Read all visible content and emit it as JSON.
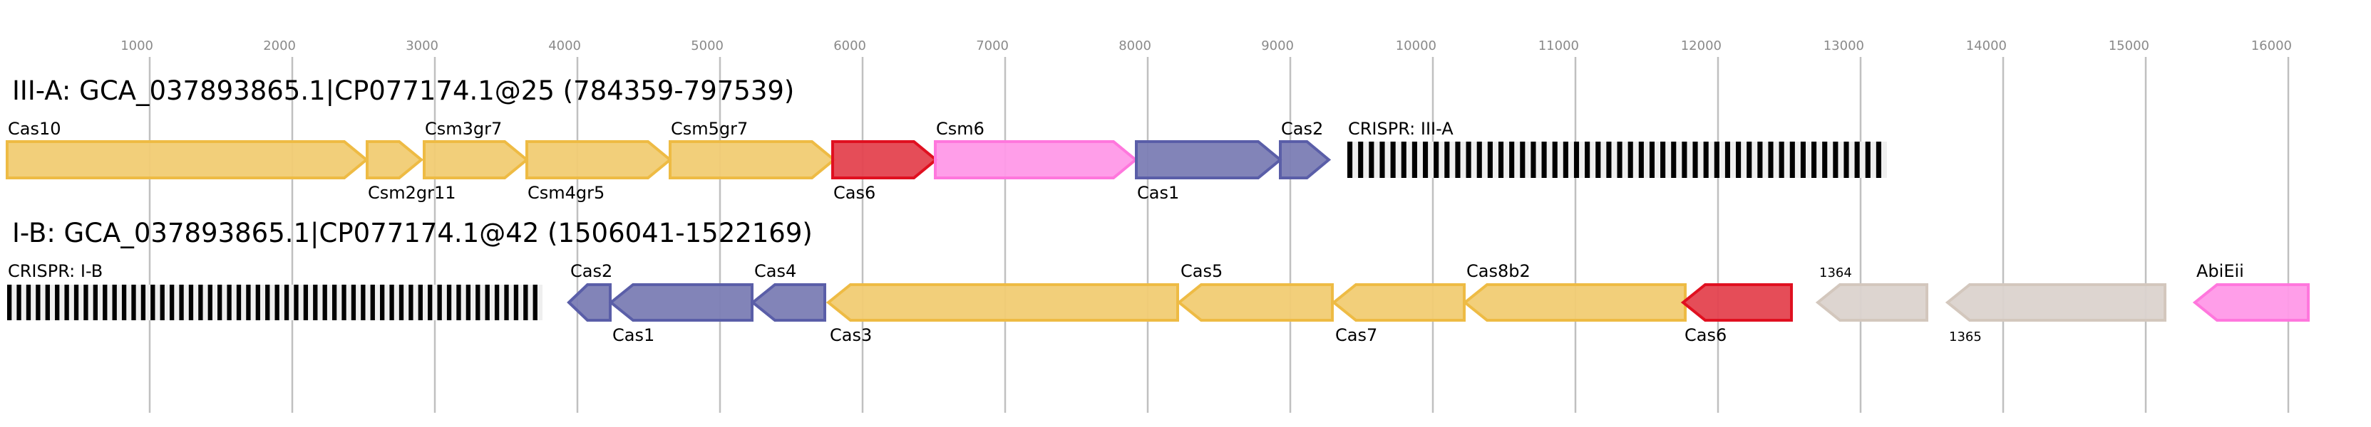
{
  "axis": {
    "unit": "bp",
    "range": [
      0,
      16500
    ],
    "ticks": [
      1000,
      2000,
      3000,
      4000,
      5000,
      6000,
      7000,
      8000,
      9000,
      10000,
      11000,
      12000,
      13000,
      14000,
      15000,
      16000
    ],
    "tick_labels": [
      "1000",
      "2000",
      "3000",
      "4000",
      "5000",
      "6000",
      "7000",
      "8000",
      "9000",
      "10000",
      "11000",
      "12000",
      "13000",
      "14000",
      "15000",
      "16000"
    ],
    "grid": true
  },
  "colors": {
    "csm_cas_effector": {
      "fill": "#f1cc73",
      "stroke": "#eebb44"
    },
    "cas6": {
      "fill": "#e4434f",
      "stroke": "#e01020"
    },
    "accessory_pink": {
      "fill": "#ff99e8",
      "stroke": "#ff77dd"
    },
    "adaptation": {
      "fill": "#7b7db4",
      "stroke": "#5a5ea8"
    },
    "unknown": {
      "fill": "#dbd3cd",
      "stroke": "#d3c7bd"
    },
    "crispr_bar": "#000000",
    "crispr_gap": "#efefef"
  },
  "loci": [
    {
      "title": "III-A: GCA_037893865.1|CP077174.1@25 (784359-797539)",
      "features": [
        {
          "label": "Cas10",
          "start": 0,
          "end": 2520,
          "strand": "+",
          "color": "csm_cas_effector",
          "label_pos": "above"
        },
        {
          "label": "Csm2gr11",
          "start": 2525,
          "end": 2905,
          "strand": "+",
          "color": "csm_cas_effector",
          "label_pos": "below"
        },
        {
          "label": "Csm3gr7",
          "start": 2925,
          "end": 3645,
          "strand": "+",
          "color": "csm_cas_effector",
          "label_pos": "above"
        },
        {
          "label": "Csm4gr5",
          "start": 3645,
          "end": 4650,
          "strand": "+",
          "color": "csm_cas_effector",
          "label_pos": "below"
        },
        {
          "label": "Csm5gr7",
          "start": 4650,
          "end": 5800,
          "strand": "+",
          "color": "csm_cas_effector",
          "label_pos": "above"
        },
        {
          "label": "Cas6",
          "start": 5790,
          "end": 6515,
          "strand": "+",
          "color": "cas6",
          "label_pos": "below"
        },
        {
          "label": "Csm6",
          "start": 6510,
          "end": 7915,
          "strand": "+",
          "color": "accessory_pink",
          "label_pos": "above"
        },
        {
          "label": "Cas1",
          "start": 7920,
          "end": 8930,
          "strand": "+",
          "color": "adaptation",
          "label_pos": "below"
        },
        {
          "label": "Cas2",
          "start": 8930,
          "end": 9270,
          "strand": "+",
          "color": "adaptation",
          "label_pos": "above"
        },
        {
          "label": "CRISPR: III-A",
          "start": 9400,
          "end": 13185,
          "type": "crispr",
          "repeats": 50,
          "label_pos": "above"
        }
      ]
    },
    {
      "title": "I-B: GCA_037893865.1|CP077174.1@42 (1506041-1522169)",
      "features": [
        {
          "label": "CRISPR: I-B",
          "start": 0,
          "end": 3755,
          "type": "crispr",
          "repeats": 56,
          "label_pos": "above"
        },
        {
          "label": "Cas2",
          "start": 3940,
          "end": 4230,
          "strand": "-",
          "color": "adaptation",
          "label_pos": "above"
        },
        {
          "label": "Cas1",
          "start": 4235,
          "end": 5225,
          "strand": "-",
          "color": "adaptation",
          "label_pos": "below"
        },
        {
          "label": "Cas4",
          "start": 5230,
          "end": 5735,
          "strand": "-",
          "color": "adaptation",
          "label_pos": "above"
        },
        {
          "label": "Cas3",
          "start": 5760,
          "end": 8210,
          "strand": "-",
          "color": "csm_cas_effector",
          "label_pos": "below"
        },
        {
          "label": "Cas5",
          "start": 8220,
          "end": 9295,
          "strand": "-",
          "color": "csm_cas_effector",
          "label_pos": "above"
        },
        {
          "label": "Cas7",
          "start": 9305,
          "end": 10220,
          "strand": "-",
          "color": "csm_cas_effector",
          "label_pos": "below"
        },
        {
          "label": "Cas8b2",
          "start": 10225,
          "end": 11770,
          "strand": "-",
          "color": "csm_cas_effector",
          "label_pos": "above"
        },
        {
          "label": "Cas6",
          "start": 11755,
          "end": 12515,
          "strand": "-",
          "color": "cas6",
          "label_pos": "below"
        },
        {
          "label": "1364",
          "start": 12700,
          "end": 13465,
          "strand": "-",
          "color": "unknown",
          "label_pos": "above",
          "label_size": "small"
        },
        {
          "label": "1365",
          "start": 13610,
          "end": 15135,
          "strand": "-",
          "color": "unknown",
          "label_pos": "below",
          "label_size": "small"
        },
        {
          "label": "AbiEii",
          "start": 15345,
          "end": 16140,
          "strand": "-",
          "color": "accessory_pink",
          "label_pos": "above"
        }
      ]
    }
  ]
}
